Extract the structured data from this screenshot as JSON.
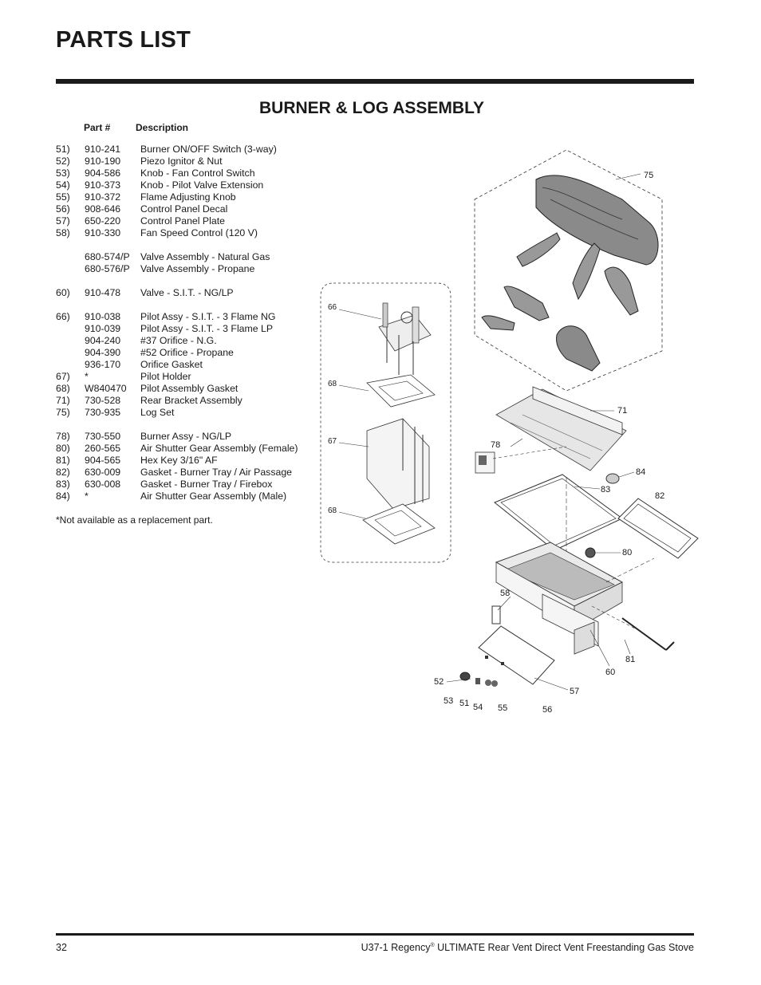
{
  "page": {
    "title": "PARTS LIST",
    "section_title": "BURNER & LOG ASSEMBLY",
    "column_part": "Part #",
    "column_description": "Description",
    "footnote": "*Not available as a replacement part.",
    "page_number": "32",
    "doc_title_pre": "U37-1 Regency",
    "doc_title_reg": "®",
    "doc_title_post": " ULTIMATE Rear Vent Direct Vent Freestanding Gas Stove"
  },
  "parts": [
    {
      "item": "51)",
      "part": "910-241",
      "desc": "Burner ON/OFF Switch (3-way)"
    },
    {
      "item": "52)",
      "part": "910-190",
      "desc": "Piezo Ignitor & Nut"
    },
    {
      "item": "53)",
      "part": "904-586",
      "desc": "Knob - Fan Control Switch"
    },
    {
      "item": "54)",
      "part": "910-373",
      "desc": "Knob - Pilot Valve Extension"
    },
    {
      "item": "55)",
      "part": "910-372",
      "desc": "Flame Adjusting Knob"
    },
    {
      "item": "56)",
      "part": "908-646",
      "desc": "Control Panel Decal"
    },
    {
      "item": "57)",
      "part": "650-220",
      "desc": "Control Panel Plate"
    },
    {
      "item": "58)",
      "part": "910-330",
      "desc": "Fan Speed Control (120 V)"
    },
    {
      "item": "",
      "part": "",
      "desc": ""
    },
    {
      "item": "",
      "part": "680-574/P",
      "desc": "Valve Assembly - Natural Gas"
    },
    {
      "item": "",
      "part": "680-576/P",
      "desc": "Valve Assembly - Propane"
    },
    {
      "item": "",
      "part": "",
      "desc": ""
    },
    {
      "item": "60)",
      "part": "910-478",
      "desc": "Valve - S.I.T. - NG/LP"
    },
    {
      "item": "",
      "part": "",
      "desc": ""
    },
    {
      "item": "66)",
      "part": "910-038",
      "desc": "Pilot Assy - S.I.T. -  3 Flame NG"
    },
    {
      "item": "",
      "part": "910-039",
      "desc": "Pilot Assy - S.I.T. - 3 Flame LP"
    },
    {
      "item": "",
      "part": "904-240",
      "desc": "#37 Orifice - N.G."
    },
    {
      "item": "",
      "part": "904-390",
      "desc": "#52 Orifice - Propane"
    },
    {
      "item": "",
      "part": "936-170",
      "desc": "Orifice Gasket"
    },
    {
      "item": "67)",
      "part": "*",
      "desc": "Pilot Holder"
    },
    {
      "item": "68)",
      "part": "W840470",
      "desc": "Pilot Assembly Gasket"
    },
    {
      "item": "71)",
      "part": "730-528",
      "desc": "Rear Bracket Assembly"
    },
    {
      "item": "75)",
      "part": "730-935",
      "desc": "Log Set"
    },
    {
      "item": "",
      "part": "",
      "desc": ""
    },
    {
      "item": "78)",
      "part": "730-550",
      "desc": "Burner Assy - NG/LP"
    },
    {
      "item": "80)",
      "part": "260-565",
      "desc": "Air Shutter Gear Assembly (Female)"
    },
    {
      "item": "81)",
      "part": "904-565",
      "desc": "Hex Key 3/16\" AF"
    },
    {
      "item": "82)",
      "part": "630-009",
      "desc": "Gasket - Burner Tray / Air Passage"
    },
    {
      "item": "83)",
      "part": "630-008",
      "desc": "Gasket - Burner Tray / Firebox"
    },
    {
      "item": "84)",
      "part": "*",
      "desc": "Air Shutter Gear Assembly (Male)"
    }
  ],
  "callouts": {
    "c75": "75",
    "c71": "71",
    "c78": "78",
    "c84": "84",
    "c83": "83",
    "c82": "82",
    "c80": "80",
    "c58": "58",
    "c81": "81",
    "c60": "60",
    "c57": "57",
    "c52": "52",
    "c53": "53",
    "c51": "51",
    "c54": "54",
    "c55": "55",
    "c56": "56",
    "c66": "66",
    "c68a": "68",
    "c67": "67",
    "c68b": "68"
  }
}
